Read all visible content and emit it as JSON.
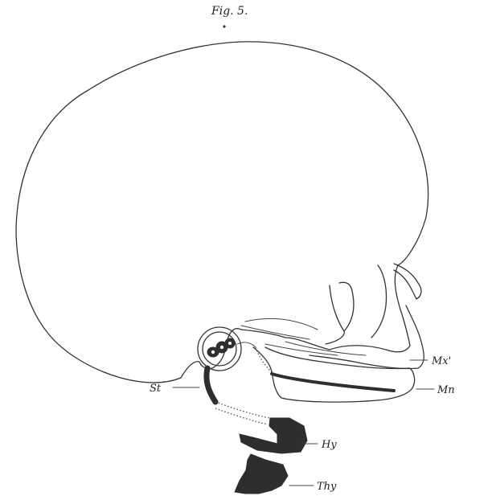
{
  "figure": {
    "title": "Fig. 5.",
    "labels": {
      "mx": "Mx'",
      "mn": "Mn",
      "st": "St",
      "hy": "Hy",
      "thy": "Thy"
    }
  },
  "colors": {
    "ink": "#2e2e2e",
    "paper": "#ffffff"
  }
}
